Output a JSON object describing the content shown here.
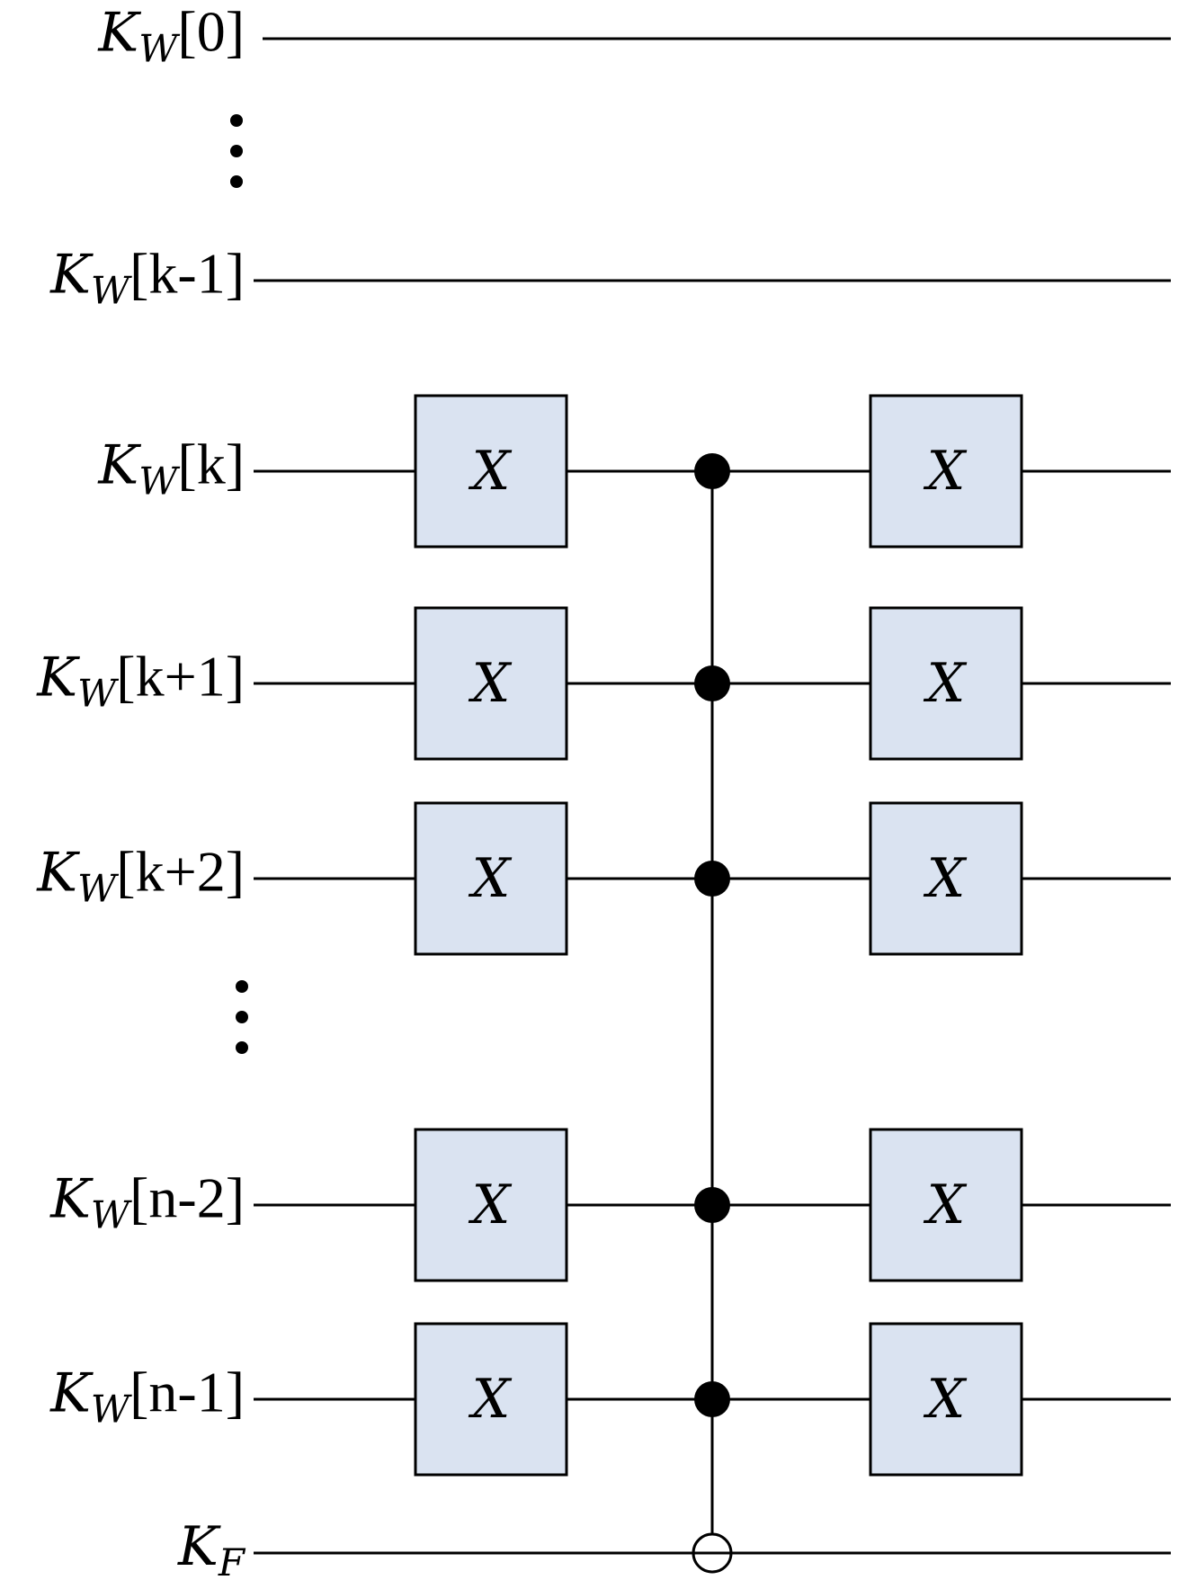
{
  "diagram": {
    "wires": [
      {
        "symbol": "K",
        "sub": "W",
        "index": "[0]",
        "gates": false,
        "role": "none"
      },
      {
        "symbol": "K",
        "sub": "W",
        "index": "[k-1]",
        "gates": false,
        "role": "none"
      },
      {
        "symbol": "K",
        "sub": "W",
        "index": "[k]",
        "gates": true,
        "role": "control"
      },
      {
        "symbol": "K",
        "sub": "W",
        "index": "[k+1]",
        "gates": true,
        "role": "control"
      },
      {
        "symbol": "K",
        "sub": "W",
        "index": "[k+2]",
        "gates": true,
        "role": "control"
      },
      {
        "symbol": "K",
        "sub": "W",
        "index": "[n-2]",
        "gates": true,
        "role": "control"
      },
      {
        "symbol": "K",
        "sub": "W",
        "index": "[n-1]",
        "gates": true,
        "role": "control"
      },
      {
        "symbol": "K",
        "sub": "F",
        "index": "",
        "gates": false,
        "role": "target"
      }
    ],
    "gate_label": "X",
    "colors": {
      "gate_fill": "#dae3f1",
      "line": "#000000"
    }
  }
}
